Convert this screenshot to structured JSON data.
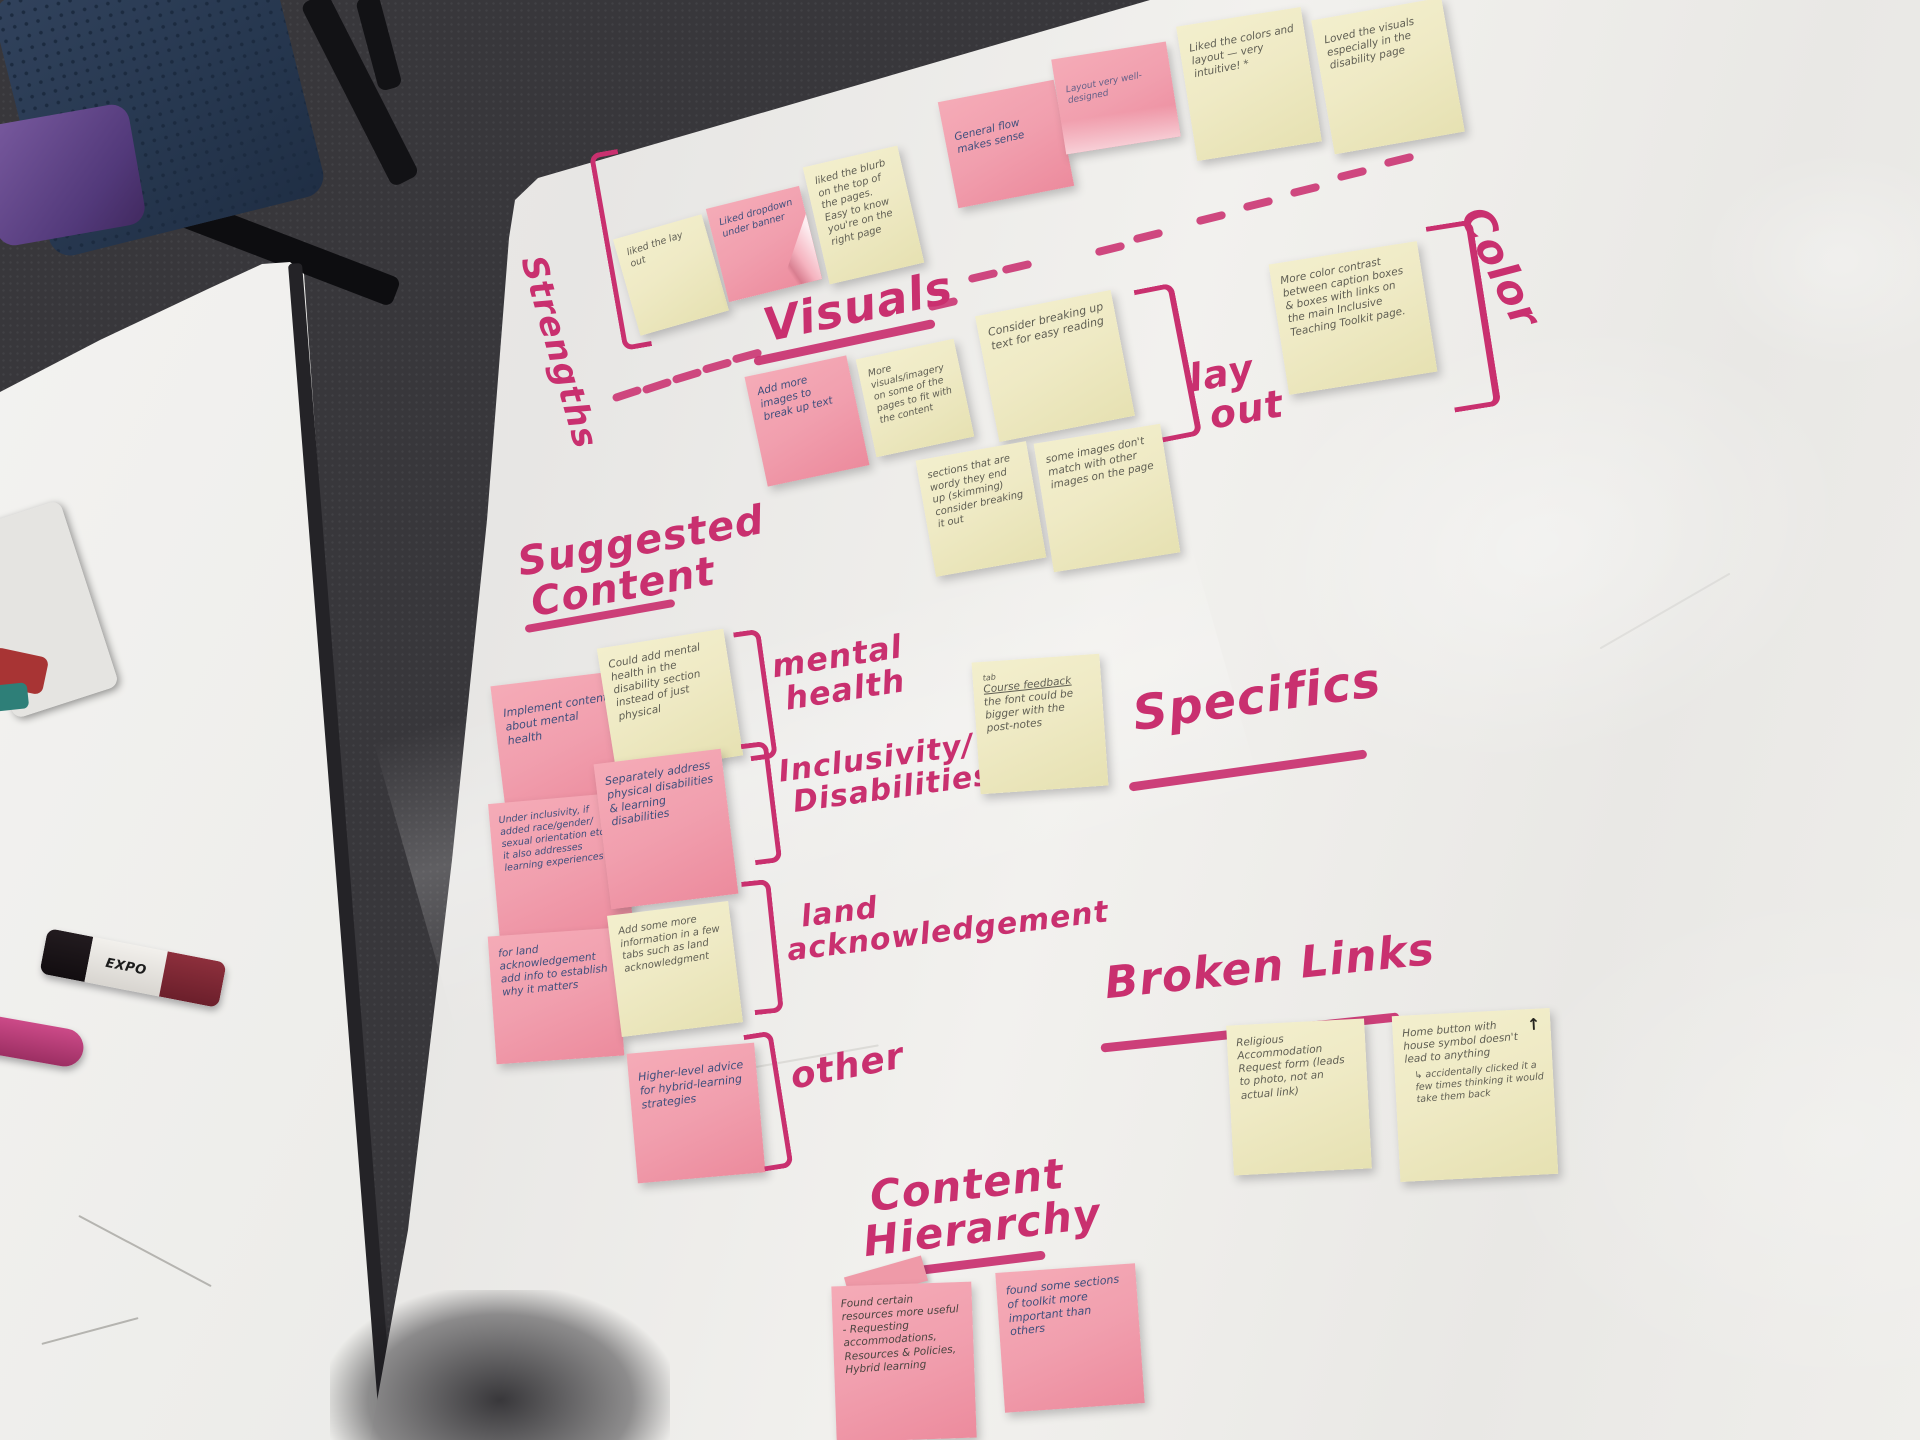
{
  "colors": {
    "marker_pink": "#c9306f",
    "note_yellow": "#efeac5",
    "note_pink": "#f19fae",
    "ink_blue": "#3e4f7d",
    "ink_pencil": "#5f5e53",
    "carpet": "#38373b",
    "table_white": "#efeeeb",
    "chair_navy": "#2d3d55",
    "chair_purple": "#6b4d8f",
    "marker_maroon": "#7b2531"
  },
  "objects": {
    "marker_brand": "EXPO"
  },
  "headings": {
    "strengths": "Strengths",
    "visuals": "Visuals",
    "visuals_dash": "-",
    "layout_line1": "lay",
    "layout_line2": "out",
    "color": "Color",
    "suggested_line1": "Suggested",
    "suggested_line2": "Content",
    "mental_line1": "mental",
    "mental_line2": "health",
    "inclusivity_line1": "Inclusivity/",
    "inclusivity_line2": "Disabilities",
    "land_line1": "land",
    "land_line2": "acknowledgement",
    "other": "other",
    "specifics": "Specifics",
    "broken_links": "Broken Links",
    "hierarchy_line1": "Content",
    "hierarchy_line2": "Hierarchy"
  },
  "notes": {
    "strengths": [
      {
        "text": "liked the lay out"
      },
      {
        "text": "Liked dropdown under banner"
      },
      {
        "text": "liked the blurb on the top of the pages. Easy to know you're on the right page"
      },
      {
        "text": "General flow makes sense"
      },
      {
        "text": "Layout very well-designed"
      },
      {
        "text": "Liked the colors and layout — very intuitive! *"
      },
      {
        "text": "Loved the visuals especially in the disability page"
      }
    ],
    "visuals": [
      {
        "text": "Add more images to break up text"
      },
      {
        "text": "More visuals/imagery on some of the pages to fit with the content"
      },
      {
        "text": "Consider breaking up text for easy reading"
      },
      {
        "text": "sections that are wordy they end up (skimming) consider breaking it out"
      },
      {
        "text": "some images don't match with other images on the page"
      }
    ],
    "color": [
      {
        "text": "More color contrast between caption boxes & boxes with links on the main Inclusive Teaching Toolkit page."
      }
    ],
    "suggested": [
      {
        "text": "Implement content about mental health"
      },
      {
        "text": "Could add mental health in the disability section instead of just physical"
      },
      {
        "text": "Under inclusivity, if added race/gender/ sexual orientation etc. it also addresses learning experiences"
      },
      {
        "text": "Separately address physical disabilities & learning disabilities"
      },
      {
        "text": "for land acknowledgement add info to establish why it matters"
      },
      {
        "text": "Add some more information in a few tabs such as land acknowledgment"
      },
      {
        "text": "Higher-level advice for hybrid-learning strategies"
      }
    ],
    "specifics_note": {
      "pre": "tab",
      "title": "Course feedback",
      "body": "the font could be bigger with the post-notes"
    },
    "broken": [
      {
        "text": "Religious Accommodation Request form (leads to photo, not an actual link)"
      },
      {
        "icon": "↑",
        "text": "Home button with house symbol doesn't lead to anything",
        "sub": "↳ accidentally clicked it a few times thinking it would take them back"
      }
    ],
    "hierarchy": [
      {
        "text": "Found certain resources more useful - Requesting accommodations, Resources & Policies, Hybrid learning"
      },
      {
        "text": "found some sections of toolkit more important than others"
      }
    ]
  }
}
